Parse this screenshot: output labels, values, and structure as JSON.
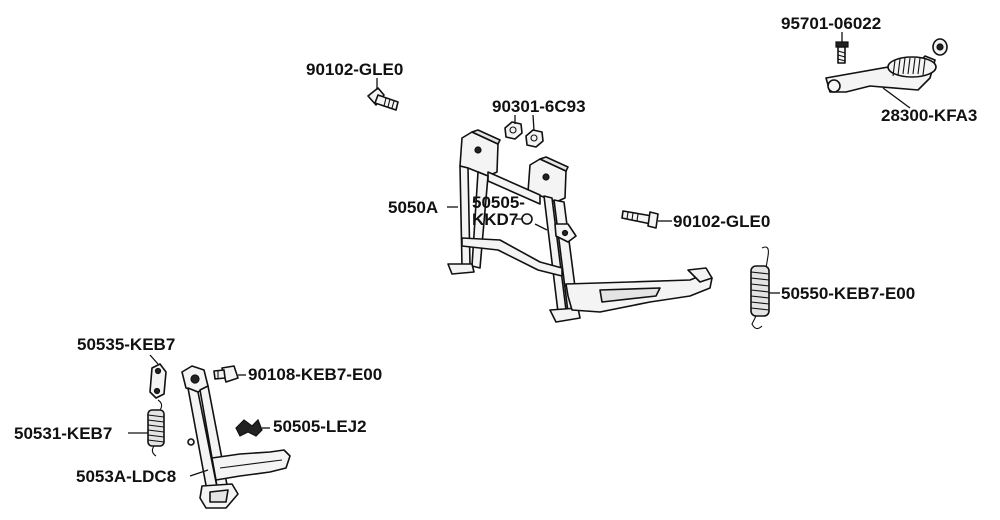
{
  "labels": [
    {
      "id": "p1",
      "text": "95701-06022"
    },
    {
      "id": "p2",
      "text": "28300-KFA3"
    },
    {
      "id": "p3",
      "text": "90102-GLE0"
    },
    {
      "id": "p4",
      "text": "90301-6C93"
    },
    {
      "id": "p5",
      "text": "5050A"
    },
    {
      "id": "p6a",
      "text": "50505-"
    },
    {
      "id": "p6b",
      "text": "KKD7"
    },
    {
      "id": "p7",
      "text": "90102-GLE0"
    },
    {
      "id": "p8",
      "text": "50550-KEB7-E00"
    },
    {
      "id": "p9",
      "text": "50535-KEB7"
    },
    {
      "id": "p10",
      "text": "90108-KEB7-E00"
    },
    {
      "id": "p11",
      "text": "50505-LEJ2"
    },
    {
      "id": "p12",
      "text": "50531-KEB7"
    },
    {
      "id": "p13",
      "text": "5053A-LDC8"
    }
  ]
}
